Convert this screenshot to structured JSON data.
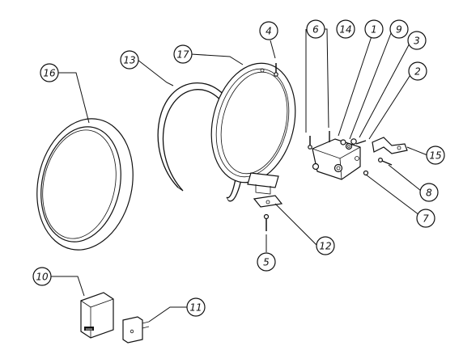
{
  "diagram": {
    "callouts": [
      {
        "id": "c1",
        "label": "1"
      },
      {
        "id": "c2",
        "label": "2"
      },
      {
        "id": "c3",
        "label": "3"
      },
      {
        "id": "c4",
        "label": "4"
      },
      {
        "id": "c5",
        "label": "5"
      },
      {
        "id": "c6",
        "label": "6"
      },
      {
        "id": "c7",
        "label": "7"
      },
      {
        "id": "c8",
        "label": "8"
      },
      {
        "id": "c9",
        "label": "9"
      },
      {
        "id": "c10",
        "label": "10"
      },
      {
        "id": "c11",
        "label": "11"
      },
      {
        "id": "c12",
        "label": "12"
      },
      {
        "id": "c13",
        "label": "13"
      },
      {
        "id": "c14",
        "label": "14"
      },
      {
        "id": "c15",
        "label": "15"
      },
      {
        "id": "c16",
        "label": "16"
      },
      {
        "id": "c17",
        "label": "17"
      }
    ],
    "adapter_marking": "0000"
  }
}
